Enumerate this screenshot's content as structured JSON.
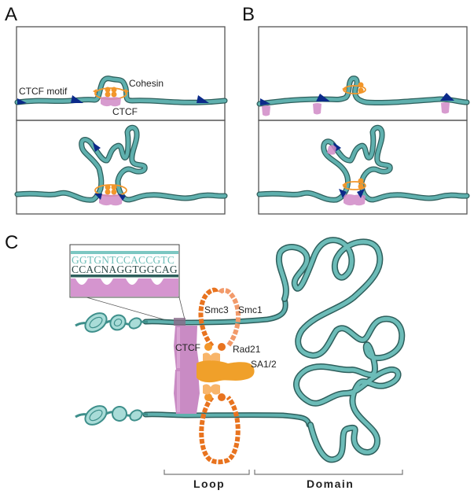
{
  "panels": {
    "a": {
      "letter": "A",
      "labels": {
        "motif": "CTCF motif",
        "cohesin": "Cohesin",
        "ctcf": "CTCF"
      }
    },
    "b": {
      "letter": "B"
    },
    "c": {
      "letter": "C",
      "sequence": {
        "top_strand": "GGTGNTCCACCGTC",
        "bottom_strand": "CCACNAGGTGGCAG"
      },
      "labels": {
        "smc3": "Smc3",
        "smc1": "Smc1",
        "ctcf": "CTCF",
        "rad21": "Rad21",
        "sa": "SA1/2"
      },
      "brackets": {
        "loop": "Loop",
        "domain": "Domain"
      }
    }
  },
  "colors": {
    "dna": "#5fb0ae",
    "dna_dark": "#2e5f5c",
    "motif": "#0b2a8a",
    "cohesin": "#f2962a",
    "ctcf": "#d08ac7",
    "frame": "#555555"
  }
}
